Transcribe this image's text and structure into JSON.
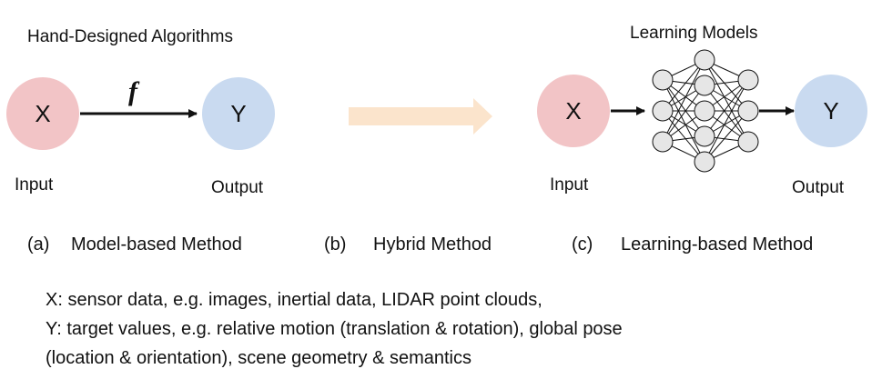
{
  "colors": {
    "input_circle": "#f2c4c6",
    "output_circle": "#c9daf0",
    "hybrid_arrow": "#fbe4cc",
    "nn_node": "#e6e6e6",
    "line": "#111111"
  },
  "panel_a": {
    "title": "Hand-Designed Algorithms",
    "input_symbol": "X",
    "output_symbol": "Y",
    "function_symbol": "f",
    "input_label": "Input",
    "output_label": "Output",
    "caption_tag": "(a)",
    "caption_text": "Model-based Method"
  },
  "panel_b": {
    "caption_tag": "(b)",
    "caption_text": "Hybrid Method",
    "arrow_icon": "right-arrow-icon"
  },
  "panel_c": {
    "title": "Learning Models",
    "input_symbol": "X",
    "output_symbol": "Y",
    "input_label": "Input",
    "output_label": "Output",
    "caption_tag": "(c)",
    "caption_text": "Learning-based Method",
    "network_icon": "neural-network-icon"
  },
  "legend": {
    "line1": "X: sensor data, e.g. images, inertial data, LIDAR point clouds,",
    "line2": "Y: target values, e.g. relative motion (translation & rotation), global pose",
    "line3": "(location & orientation), scene geometry & semantics"
  }
}
